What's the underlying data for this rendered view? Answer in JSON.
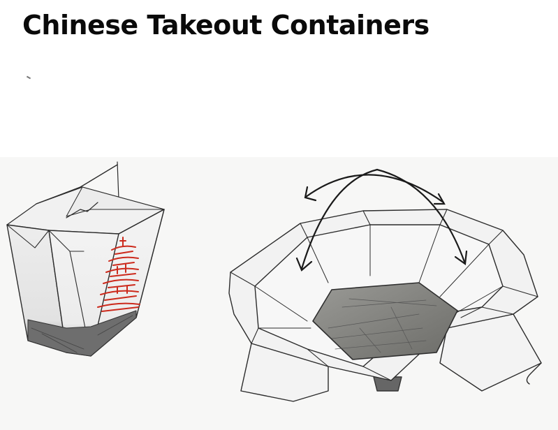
{
  "page": {
    "title": "Chinese Takeout Containers"
  },
  "illustration": {
    "left_subject": "closed-takeout-box",
    "right_subject": "unfolded-takeout-box",
    "decoration_color": "#cc2a1c",
    "stroke_color": "#2b2b2b"
  }
}
